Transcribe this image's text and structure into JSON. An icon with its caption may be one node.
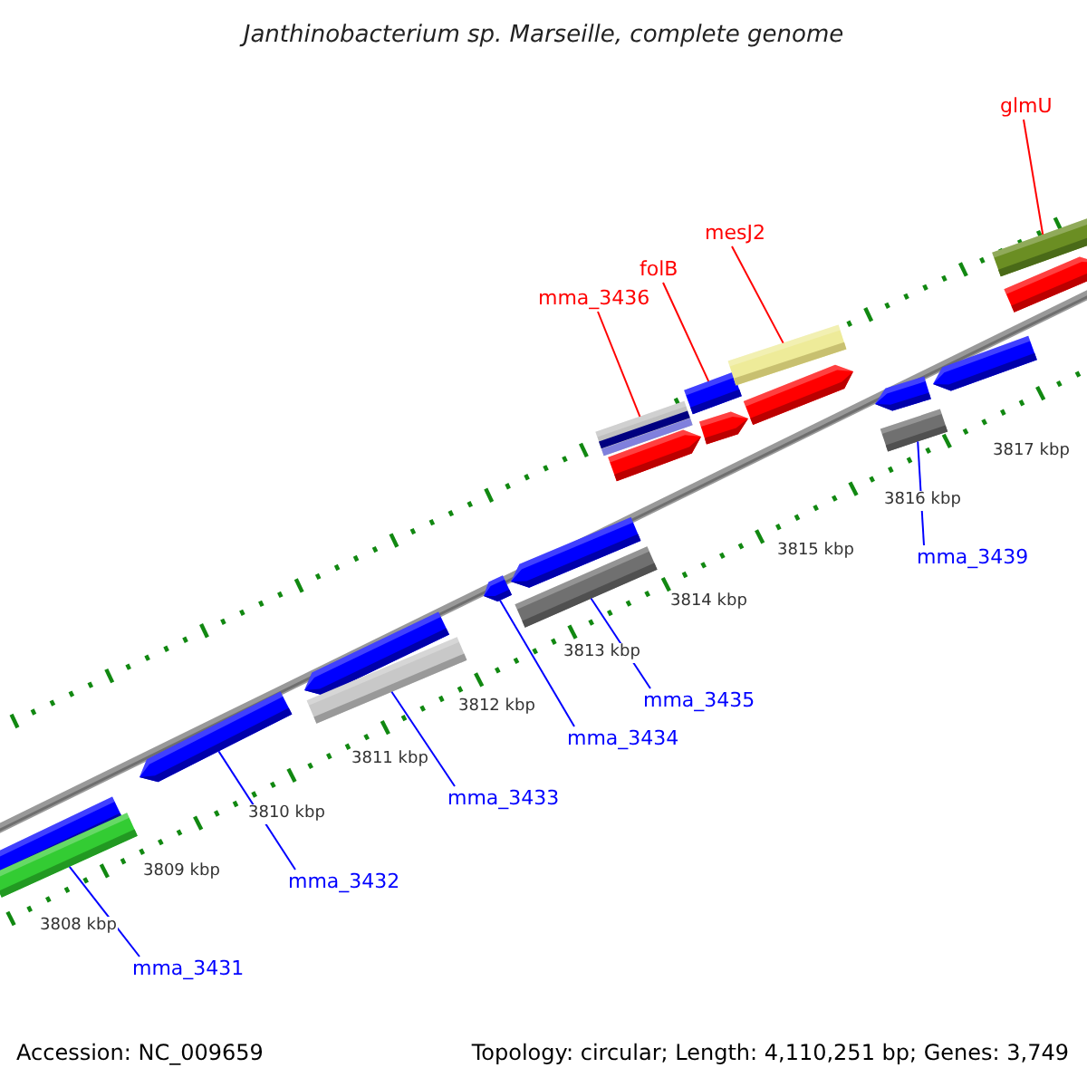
{
  "diagram": {
    "title": "Janthinobacterium sp. Marseille, complete genome",
    "nodes": [
      {
        "text": [
          "glmU"
        ]
      },
      {
        "text": [
          "mesJ2"
        ]
      },
      {
        "text": [
          "folB"
        ]
      },
      {
        "text": [
          "mma_3436"
        ]
      },
      {
        "text": [
          "mma_3439"
        ]
      },
      {
        "text": [
          "mma_3435"
        ]
      },
      {
        "text": [
          "mma_3434"
        ]
      },
      {
        "text": [
          "mma_3433"
        ]
      },
      {
        "text": [
          "mma_3432"
        ]
      },
      {
        "text": [
          "mma_3431"
        ]
      },
      {
        "text": [],
        "shape": "arrow"
      },
      {
        "text": [],
        "shape": "bar"
      },
      {
        "text": [],
        "shape": "arrow"
      },
      {
        "text": [],
        "shape": "arrow"
      },
      {
        "text": [],
        "shape": "bar"
      },
      {
        "text": [],
        "shape": "arrow"
      },
      {
        "text": [],
        "shape": "arrow"
      },
      {
        "text": [],
        "shape": "bar"
      },
      {
        "text": [],
        "shape": "bar"
      },
      {
        "text": [],
        "shape": "arrow"
      },
      {
        "text": [],
        "shape": "bar"
      },
      {
        "text": [],
        "shape": "arrow"
      },
      {
        "text": [],
        "shape": "bar"
      },
      {
        "text": [],
        "shape": "arrow"
      },
      {
        "text": [],
        "shape": "arrow"
      },
      {
        "text": [],
        "shape": "bar"
      },
      {
        "text": [],
        "shape": "arrow"
      },
      {
        "text": [],
        "shape": "bar"
      },
      {
        "text": [],
        "shape": "arrow"
      }
    ],
    "edges": [
      {
        "from": 0,
        "to": 27,
        "arrow": "none",
        "color": "#ff0000"
      },
      {
        "from": 1,
        "to": 22,
        "arrow": "none",
        "color": "#ff0000"
      },
      {
        "from": 2,
        "to": 20,
        "arrow": "none",
        "color": "#ff0000"
      },
      {
        "from": 3,
        "to": 18,
        "arrow": "none",
        "color": "#ff0000"
      },
      {
        "from": 4,
        "to": 25,
        "arrow": "none"
      },
      {
        "from": 5,
        "to": 17,
        "arrow": "none"
      },
      {
        "from": 6,
        "to": 15,
        "arrow": "none"
      },
      {
        "from": 7,
        "to": 14,
        "arrow": "none"
      },
      {
        "from": 8,
        "to": 12,
        "arrow": "none"
      },
      {
        "from": 9,
        "to": 11,
        "arrow": "none"
      }
    ],
    "labels": [
      "3817 kbp",
      "3816 kbp",
      "3815 kbp",
      "3814 kbp",
      "3813 kbp",
      "3812 kbp",
      "3811 kbp",
      "3810 kbp",
      "3809 kbp",
      "3808 kbp",
      "Accession: NC_009659",
      "Topology: circular; Length: 4,110,251 bp; Genes: 3,749"
    ]
  }
}
